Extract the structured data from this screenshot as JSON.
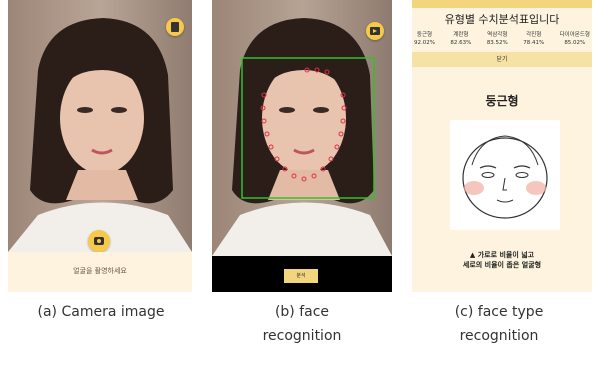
{
  "panel_a": {
    "hint": "얼굴을 촬영하세요",
    "caption": "(a) Camera image"
  },
  "panel_b": {
    "analyze_label": "분석",
    "caption_line1": "(b)  face",
    "caption_line2": "recognition"
  },
  "panel_c": {
    "title": "유형별 수치분석표입니다",
    "stats": [
      {
        "name": "둥근형",
        "value": "92.02%"
      },
      {
        "name": "계란형",
        "value": "82.63%"
      },
      {
        "name": "역삼각형",
        "value": "83.52%"
      },
      {
        "name": "각진형",
        "value": "78.41%"
      },
      {
        "name": "다이아몬드형",
        "value": "85.02%"
      }
    ],
    "close_label": "닫기",
    "result": "둥근형",
    "desc_line1": "▲ 가로로 비율이 넓고",
    "desc_line2": "세로의 비율이 좁은 얼굴형",
    "caption_line1": "(c)  face  type",
    "caption_line2": "recognition"
  },
  "colors": {
    "accent": "#f7c948",
    "cream": "#fdf3df",
    "detect_box": "#2ec22e",
    "landmarks": "#e0304a"
  }
}
